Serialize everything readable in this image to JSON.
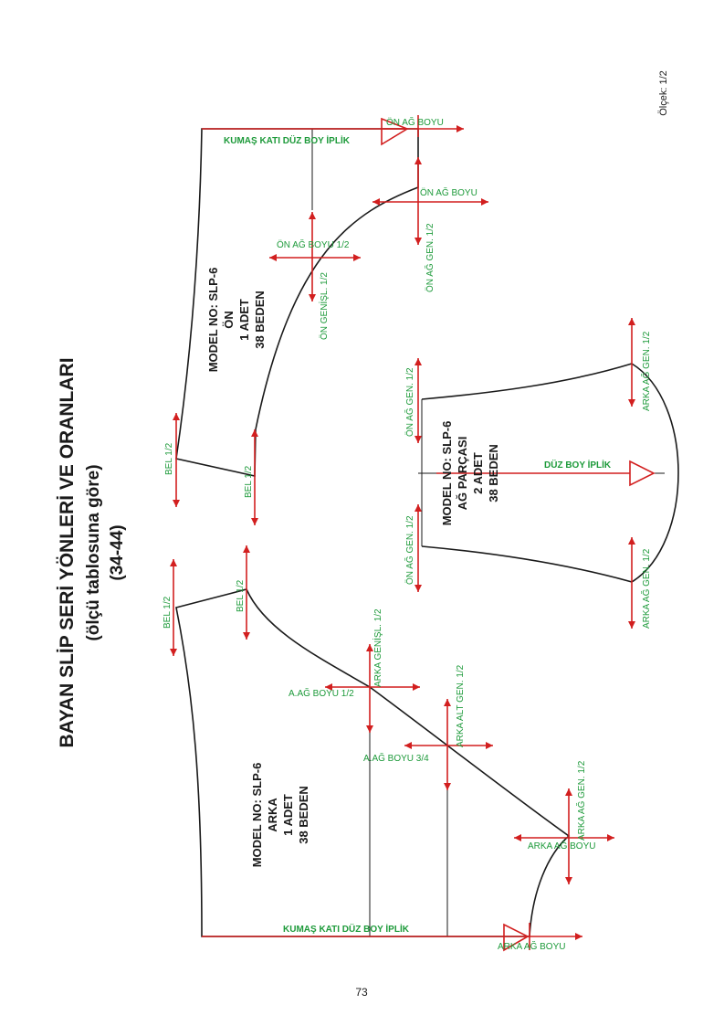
{
  "colors": {
    "pattern": "#1a1a1a",
    "measure": "#d21f1f",
    "label": "#1d9a3a"
  },
  "title": {
    "line1": "BAYAN SLİP SERİ YÖNLERİ VE ORANLARI",
    "line2": "(ölçü tablosuna göre)",
    "line3": "(34-44)"
  },
  "scale": "Ölçek: 1/2",
  "page_number": "73",
  "pieces": {
    "front": {
      "model": "MODEL NO: SLP-6",
      "name": "ÖN",
      "qty": "1 ADET",
      "size": "38 BEDEN"
    },
    "gusset": {
      "model": "MODEL NO: SLP-6",
      "name": "AĞ PARÇASI",
      "qty": "2 ADET",
      "size": "38 BEDEN"
    },
    "back": {
      "model": "MODEL NO: SLP-6",
      "name": "ARKA",
      "qty": "1 ADET",
      "size": "38 BEDEN"
    }
  },
  "labels": {
    "fold_grain": "KUMAŞ KATI DÜZ BOY İPLİK",
    "grain": "DÜZ BOY İPLİK",
    "on_ag_boyu": "ÖN AĞ BOYU",
    "on_ag_boyu_half": "ÖN AĞ BOYU 1/2",
    "on_genisl_half": "ÖN GENİŞL. 1/2",
    "on_ag_gen_half": "ÖN AĞ GEN. 1/2",
    "arka_ag_gen_half": "ARKA AĞ GEN. 1/2",
    "bel_half": "BEL 1/2",
    "arka_genisl_half": "ARKA GENİŞL. 1/2",
    "a_ag_boyu_half": "A.AĞ BOYU 1/2",
    "arka_alt_gen_half": "ARKA ALT GEN. 1/2",
    "a_ag_boyu_3_4": "A.AĞ BOYU 3/4",
    "arka_ag_boyu": "ARKA AĞ BOYU"
  }
}
